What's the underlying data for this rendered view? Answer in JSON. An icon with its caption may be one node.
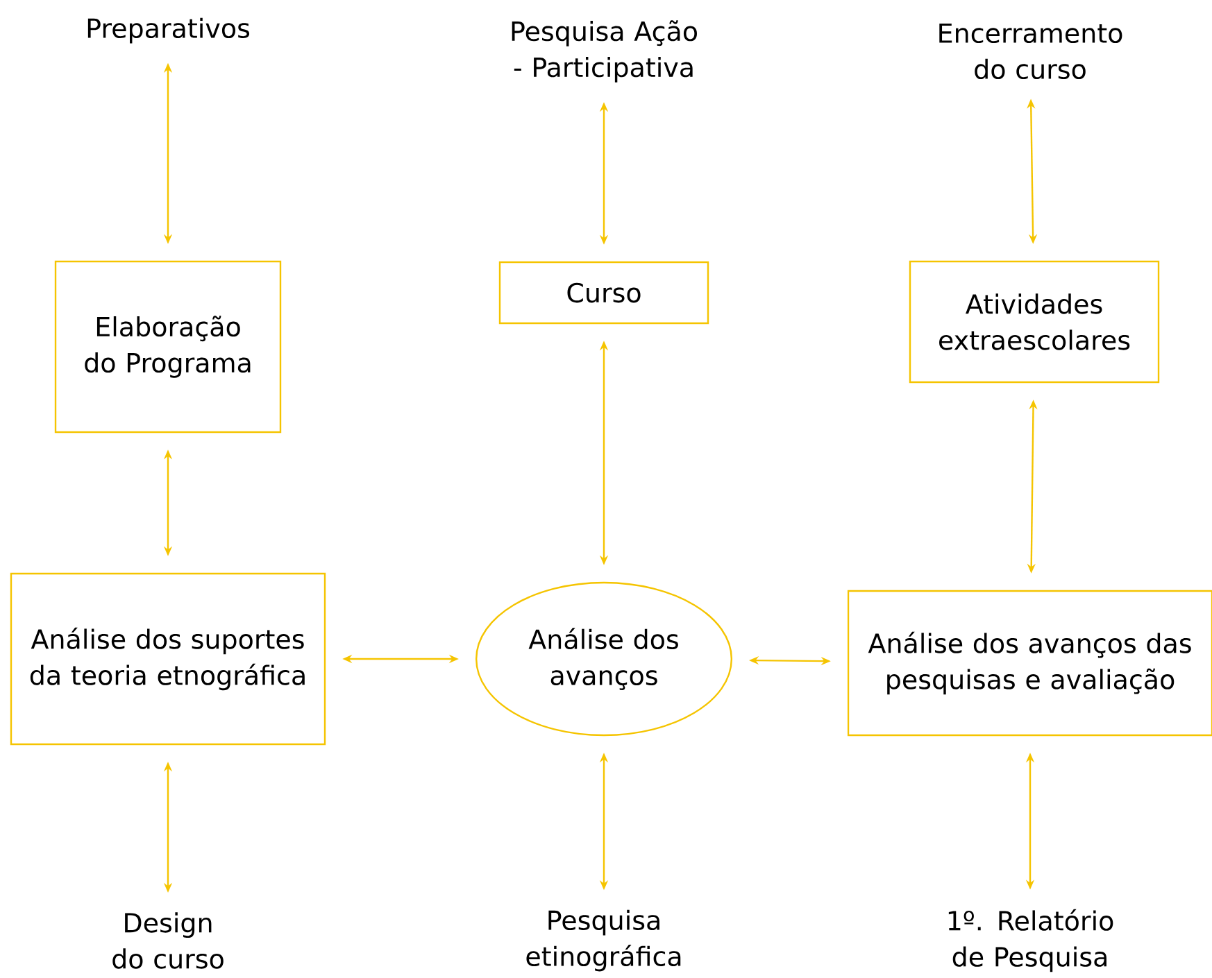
{
  "diagram": {
    "nodes": [
      {
        "text": [
          "Preparativos"
        ]
      },
      {
        "text": [
          "Pesquisa Ação - Participativa"
        ]
      },
      {
        "text": [
          "Encerramento do curso"
        ]
      },
      {
        "text": [
          "Elaboração do Programa"
        ]
      },
      {
        "text": [
          "Curso"
        ]
      },
      {
        "text": [
          "Atividades extraescolares"
        ]
      },
      {
        "text": [
          "Análise dos suportes da teoria etnográfica"
        ]
      },
      {
        "text": [
          "Análise dos avanços"
        ]
      },
      {
        "text": [
          "Análise dos avanços das pesquisas e avaliação"
        ]
      },
      {
        "text": [
          "Design do curso"
        ]
      },
      {
        "text": [
          "Pesquisa etinográfica"
        ]
      },
      {
        "text": [
          "1º. Relatório de Pesquisa"
        ]
      }
    ],
    "edges": [
      {
        "from": 0,
        "to": 3,
        "arrow": "both"
      },
      {
        "from": 1,
        "to": 4,
        "arrow": "both"
      },
      {
        "from": 2,
        "to": 5,
        "arrow": "both"
      },
      {
        "from": 3,
        "to": 6,
        "arrow": "both"
      },
      {
        "from": 4,
        "to": 7,
        "arrow": "both"
      },
      {
        "from": 5,
        "to": 8,
        "arrow": "both"
      },
      {
        "from": 6,
        "to": 7,
        "arrow": "both"
      },
      {
        "from": 7,
        "to": 8,
        "arrow": "both"
      },
      {
        "from": 6,
        "to": 9,
        "arrow": "both"
      },
      {
        "from": 7,
        "to": 10,
        "arrow": "both"
      },
      {
        "from": 8,
        "to": 11,
        "arrow": "both"
      }
    ]
  }
}
